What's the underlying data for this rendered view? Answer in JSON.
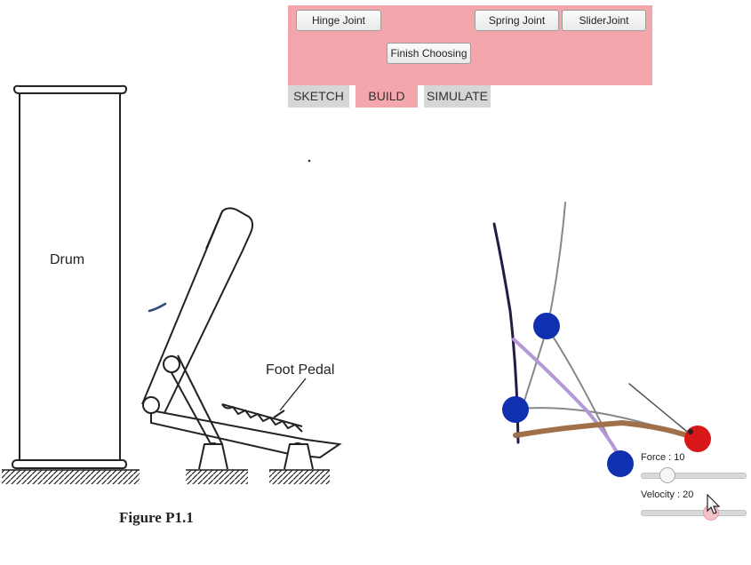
{
  "toolbar": {
    "hinge_joint": "Hinge Joint",
    "spring_joint": "Spring Joint",
    "slider_joint": "SliderJoint",
    "finish_choosing": "Finish Choosing"
  },
  "tabs": {
    "sketch": "SKETCH",
    "build": "BUILD",
    "simulate": "SIMULATE",
    "active": "build"
  },
  "figure": {
    "drum_label": "Drum",
    "pedal_label": "Foot Pedal",
    "caption": "Figure P1.1"
  },
  "sliders": {
    "force_label": "Force : 10",
    "force_value": 10,
    "velocity_label": "Velocity : 20",
    "velocity_value": 20
  },
  "colors": {
    "toolbar_bg": "#f4a6ad",
    "tab_inactive": "#d6d6d6",
    "tab_active": "#f4a6ad",
    "joint_blue": "#1030b0",
    "joint_red": "#d81818",
    "stroke_purple": "#b497d6",
    "stroke_brown": "#a0704a",
    "stroke_dark": "#241a44"
  }
}
